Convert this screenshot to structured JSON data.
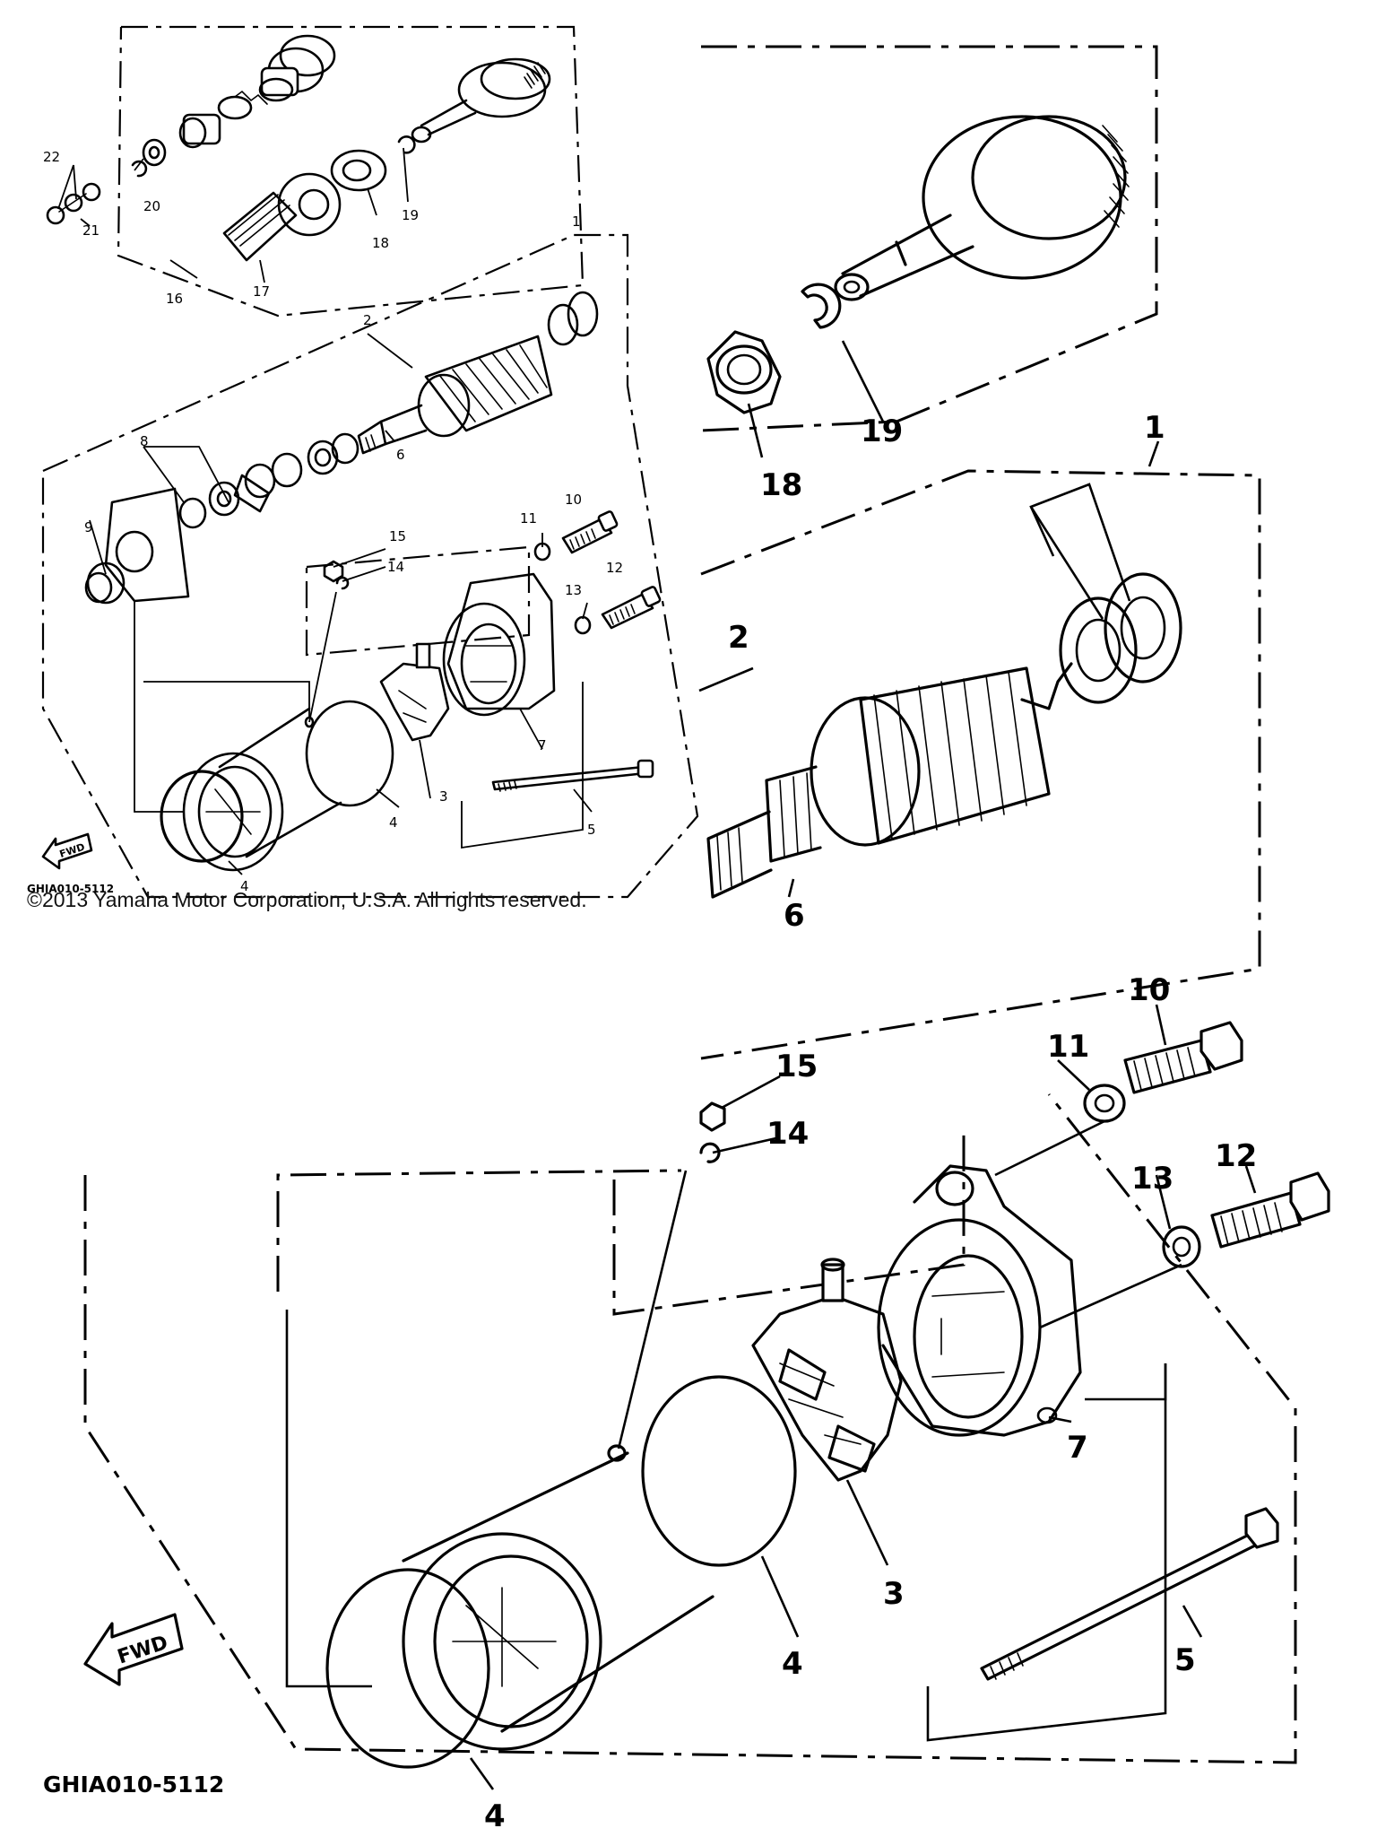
{
  "copyright": "©2013 Yamaha Motor Corporation, U.S.A. All rights reserved.",
  "diagram_code": "GHIA010-5112",
  "fwd_label": "FWD",
  "parts": {
    "p1": "1",
    "p2": "2",
    "p3": "3",
    "p4": "4",
    "p5": "5",
    "p6": "6",
    "p7": "7",
    "p8": "8",
    "p9": "9",
    "p10": "10",
    "p11": "11",
    "p12": "12",
    "p13": "13",
    "p14": "14",
    "p15": "15",
    "p16": "16",
    "p17": "17",
    "p18": "18",
    "p19": "19",
    "p20": "20",
    "p21": "21",
    "p22": "22"
  }
}
